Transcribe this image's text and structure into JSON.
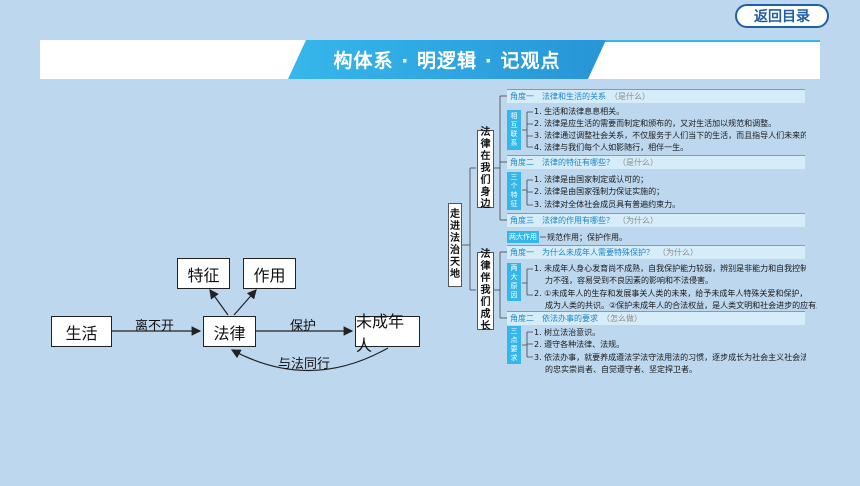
{
  "nav": {
    "back_label": "返回目录"
  },
  "header": {
    "title": "构体系 · 明逻辑 · 记观点"
  },
  "concept_map": {
    "nodes": {
      "life": "生活",
      "law": "法律",
      "minor": "未成年人",
      "feature": "特征",
      "role": "作用"
    },
    "edges": {
      "life_law": "离不开",
      "law_minor": "保护",
      "minor_law": "与法同行"
    }
  },
  "mind_map": {
    "root": "走进法治天地",
    "branch1": {
      "label": "法律在我们身边",
      "angle1": {
        "title": "角度一　法律和生活的关系",
        "hint": "（是什么）",
        "tag": "相互联系",
        "items": [
          "1. 生活和法律息息相关。",
          "2. 法律是应生活的需要而制定和颁布的，又对生活加以规范和调整。",
          "3. 法律通过调整社会关系，不仅服务于人们当下的生活，而且指导人们未来的生",
          "4. 法律与我们每个人如影随行，相伴一生。"
        ]
      },
      "angle2": {
        "title": "角度二　法律的特征有哪些？",
        "hint": "（是什么）",
        "tag": "三个特征",
        "items": [
          "1. 法律是由国家制定或认可的；",
          "2. 法律是由国家强制力保证实施的；",
          "3. 法律对全体社会成员具有普遍约束力。"
        ]
      },
      "angle3": {
        "title": "角度三　法律的作用有哪些？",
        "hint": "（为什么）",
        "tag": "两大作用",
        "items": [
          "规范作用；保护作用。"
        ]
      }
    },
    "branch2": {
      "label": "法律伴我们成长",
      "angle1": {
        "title": "角度一　为什么未成年人需要特殊保护？",
        "hint": "（为什么）",
        "tag": "两大原因",
        "items": [
          "1. 未成年人身心发育尚不成熟，自我保护能力较弱，辨别是非能力和自我控制",
          "力不强，容易受到不良因素的影响和不法侵害。",
          "2. ①未成年人的生存和发展事关人类的未来，给予未成年人特殊关爱和保护，已成",
          "成为人类的共识。②保护未成年人的合法权益，是人类文明和社会进步的应有之义"
        ]
      },
      "angle2": {
        "title": "角度二　依法办事的要求",
        "hint": "（怎么做）",
        "tag": "三点要求",
        "items": [
          "1. 树立法治意识。",
          "2. 遵守各种法律、法规。",
          "3. 依法办事，就要养成遵法学法守法用法的习惯，逐步成长为社会主义社会法",
          "的忠实崇尚者、自觉遵守者、坚定捍卫者。"
        ]
      }
    }
  }
}
